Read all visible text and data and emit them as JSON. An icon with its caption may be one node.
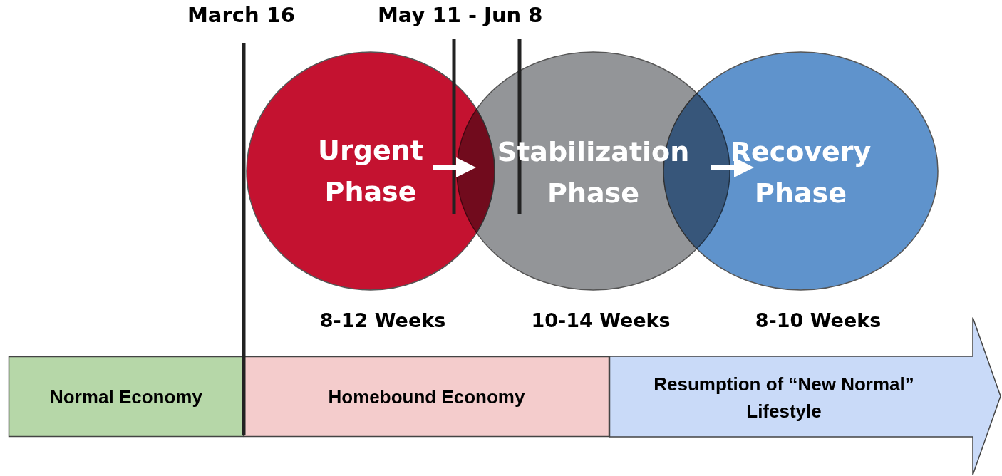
{
  "diagram": {
    "nodes": [
      {
        "text": [
          "Urgent Phase"
        ]
      },
      {
        "text": [
          "Stabilization Phase"
        ]
      },
      {
        "text": [
          "Recovery Phase"
        ]
      },
      {
        "text": [
          "Normal Economy"
        ]
      },
      {
        "text": [
          "Homebound Economy"
        ]
      },
      {
        "text": [
          "Resumption of “New Normal” Lifestyle"
        ]
      }
    ],
    "edges": [
      {
        "from": 0,
        "to": 1,
        "arrow": "to"
      },
      {
        "from": 1,
        "to": 2,
        "arrow": "to"
      }
    ],
    "labels": [
      "March 16",
      "May 11 - Jun 8",
      "8-12 Weeks",
      "10-14 Weeks",
      "8-10 Weeks"
    ]
  }
}
